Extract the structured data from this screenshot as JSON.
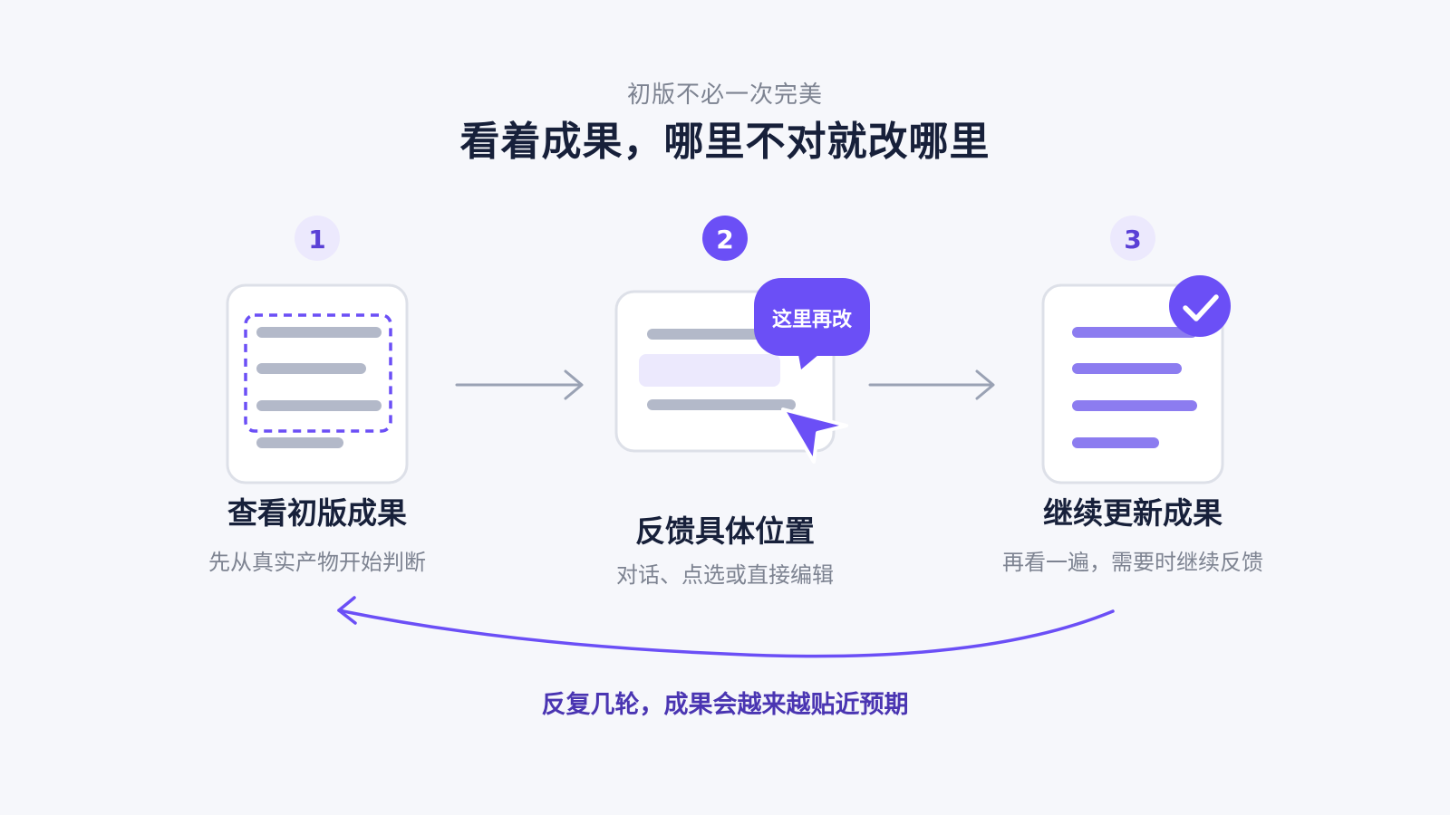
{
  "header": {
    "subtitle": "初版不必一次完美",
    "title": "看着成果，哪里不对就改哪里"
  },
  "steps": [
    {
      "number": "1",
      "title": "查看初版成果",
      "desc": "先从真实产物开始判断",
      "icon": "document-selection-icon",
      "active": false
    },
    {
      "number": "2",
      "title": "反馈具体位置",
      "desc": "对话、点选或直接编辑",
      "icon": "document-feedback-icon",
      "bubble": "这里再改",
      "active": true
    },
    {
      "number": "3",
      "title": "继续更新成果",
      "desc": "再看一遍，需要时继续反馈",
      "icon": "document-check-icon",
      "active": false
    }
  ],
  "loop": {
    "label": "反复几轮，成果会越来越贴近预期"
  },
  "colors": {
    "accent": "#6b4ff6",
    "accent_light": "#ece9fd",
    "text_dark": "#17203a",
    "text_muted": "#7d8391",
    "line_gray": "#b3b9c9",
    "arrow_gray": "#9aa2b4",
    "loop_label": "#4a35b2",
    "background": "#f6f7fb"
  }
}
